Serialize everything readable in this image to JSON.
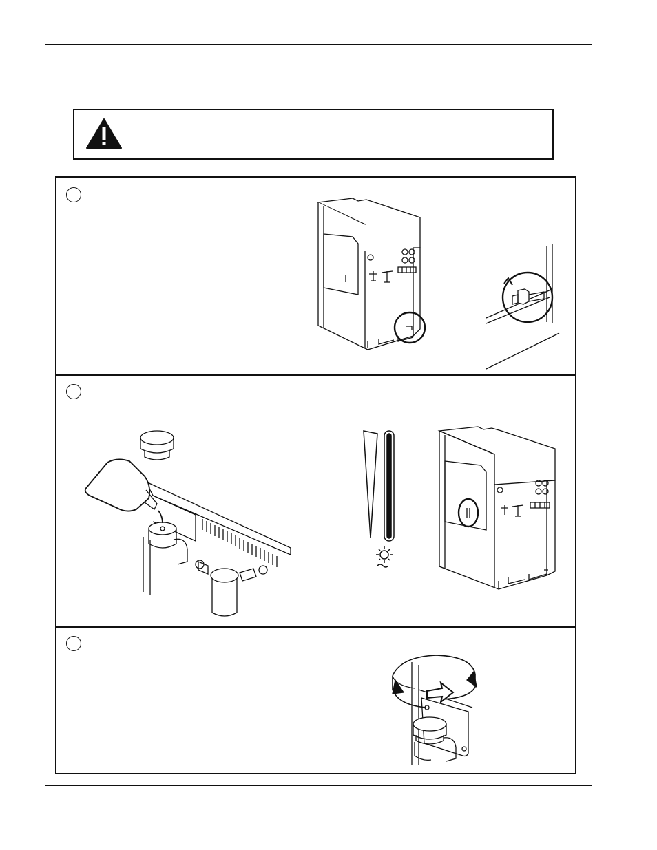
{
  "page": {
    "header_text": "",
    "footer_text": ""
  },
  "warning": {
    "icon": "warning-triangle-icon",
    "text": ""
  },
  "steps": [
    {
      "number": "",
      "text": "",
      "illustrations": [
        "machine-front-with-drain-circled",
        "drain-valve-turn-detail"
      ]
    },
    {
      "number": "",
      "text": "",
      "illustrations": [
        "bottle-pouring-into-fill-port",
        "water-level-gauge",
        "machine-front-with-sight-glass-circled"
      ]
    },
    {
      "number": "",
      "text": "",
      "illustrations": [
        "fill-cap-reinstall-rotation"
      ]
    }
  ],
  "colors": {
    "ink": "#111111",
    "paper": "#ffffff"
  }
}
